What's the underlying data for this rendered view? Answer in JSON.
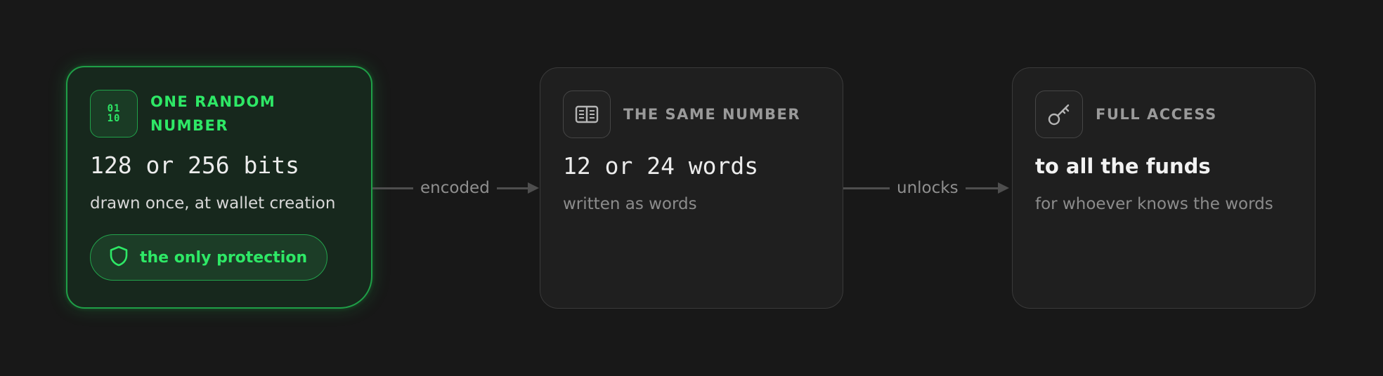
{
  "steps": [
    {
      "title": "ONE RANDOM NUMBER",
      "icon": "binary-icon",
      "icon_text": [
        "01",
        "10"
      ],
      "value": "128 or 256 bits",
      "description": "drawn once, at wallet creation",
      "badge": {
        "icon": "shield-icon",
        "label": "the only protection"
      },
      "accent": "#2ee866"
    },
    {
      "title": "THE SAME NUMBER",
      "icon": "book-icon",
      "value": "12 or 24 words",
      "description": "written as words"
    },
    {
      "title": "FULL ACCESS",
      "icon": "key-icon",
      "value": "to all the funds",
      "description": "for whoever knows the words"
    }
  ],
  "connectors": [
    {
      "label": "encoded"
    },
    {
      "label": "unlocks"
    }
  ],
  "colors": {
    "background": "#181818",
    "card": "#1f1f1f",
    "accent": "#2ee866",
    "connector": "#4e4e4e"
  }
}
